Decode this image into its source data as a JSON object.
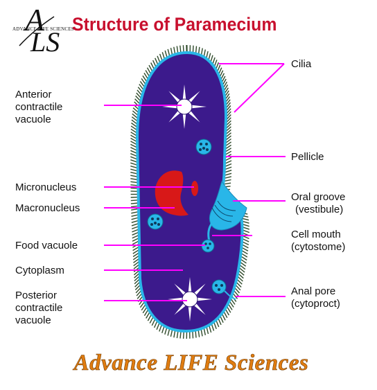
{
  "logo": {
    "letters": "ALS",
    "caption": "ADVANCE LIFE SCIENCES"
  },
  "title": "Structure of Paramecium",
  "labels": {
    "cilia": "Cilia",
    "anterior_line1": "Anterior",
    "anterior_line2": "contractile",
    "anterior_line3": "vacuole",
    "pellicle": "Pellicle",
    "micronucleus": "Micronucleus",
    "macronucleus": "Macronucleus",
    "oral_groove_line1": "Oral groove",
    "oral_groove_line2": "(vestibule)",
    "food_vacuole": "Food vacuole",
    "cell_mouth_line1": "Cell mouth",
    "cell_mouth_line2": "(cytostome)",
    "cytoplasm": "Cytoplasm",
    "posterior_line1": "Posterior",
    "posterior_line2": "contractile",
    "posterior_line3": "vacuole",
    "anal_pore_line1": "Anal pore",
    "anal_pore_line2": "(cytoproct)"
  },
  "brand": "Advance LIFE Sciences",
  "colors": {
    "title": "#c8102e",
    "cytoplasm": "#3c1a8c",
    "pellicle": "#29b6e8",
    "cilia": "#2e4a2a",
    "nucleus": "#d81818",
    "pointer": "#ff00ff",
    "brand": "#e07c10"
  }
}
